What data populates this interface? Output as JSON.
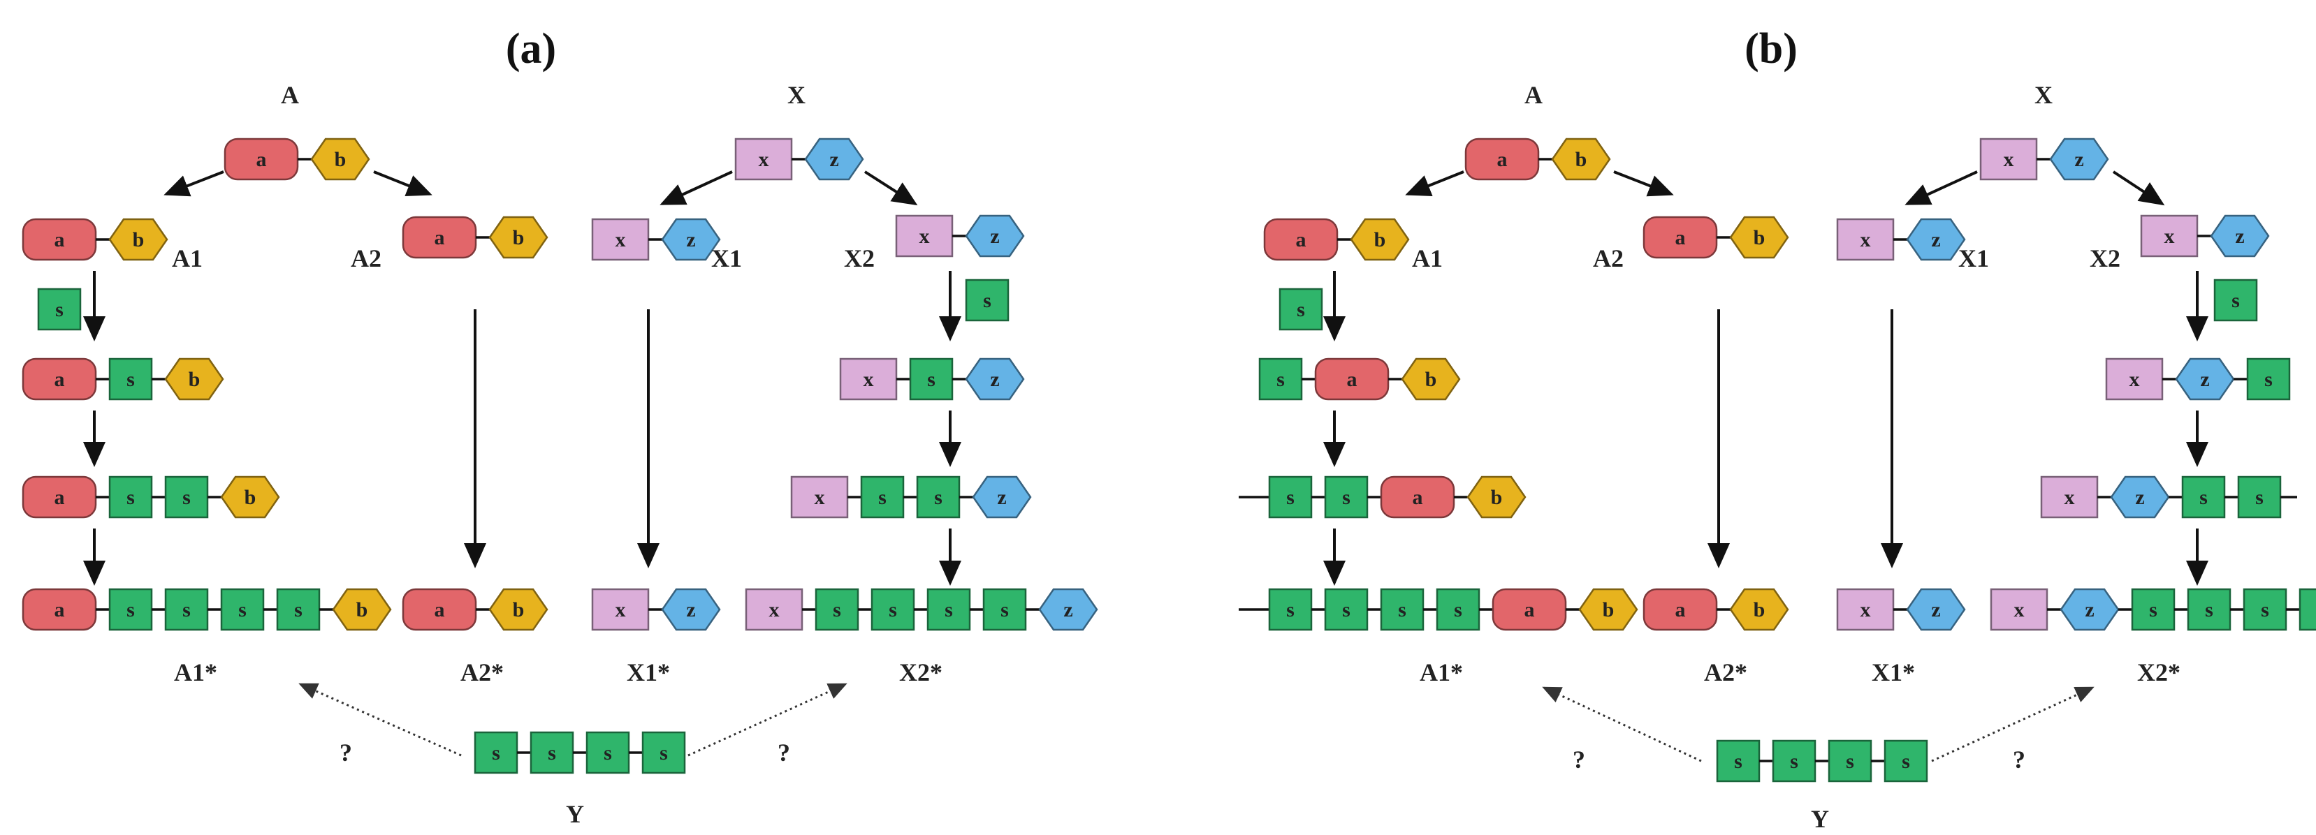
{
  "panels": [
    {
      "id": "a",
      "label_text": "(a)",
      "labels": {
        "A": "A",
        "X": "X",
        "A1": "A1",
        "A2": "A2",
        "X1": "X1",
        "X2": "X2",
        "A1s": "A1*",
        "A2s": "A2*",
        "X1s": "X1*",
        "X2s": "X2*",
        "Y": "Y",
        "q1": "?",
        "q2": "?"
      }
    },
    {
      "id": "b",
      "label_text": "(b)",
      "labels": {
        "A": "A",
        "X": "X",
        "A1": "A1",
        "A2": "A2",
        "X1": "X1",
        "X2": "X2",
        "A1s": "A1*",
        "A2s": "A2*",
        "X1s": "X1*",
        "X2s": "X2*",
        "Y": "Y",
        "q1": "?",
        "q2": "?"
      }
    }
  ],
  "modules": {
    "a": {
      "text": "a",
      "color": "#e2666a"
    },
    "b": {
      "text": "b",
      "color": "#e7b31e"
    },
    "x": {
      "text": "x",
      "color": "#dbaed9"
    },
    "z": {
      "text": "z",
      "color": "#64b3e6"
    },
    "s": {
      "text": "s",
      "color": "#2fb56b"
    }
  }
}
